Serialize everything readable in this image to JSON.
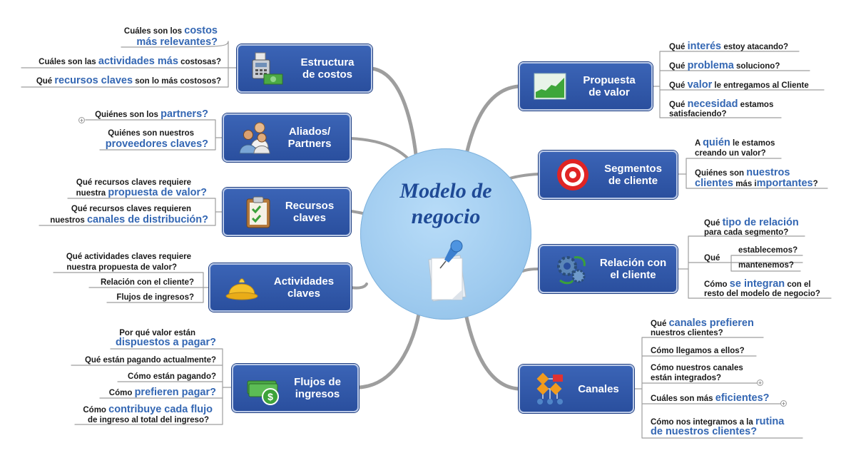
{
  "center": {
    "title": "Modelo de\nnegocio",
    "icon": "notepad-pin-icon"
  },
  "colors": {
    "node": "#2f58a8",
    "branch": "#9a9a9a",
    "highlight": "#3467b3",
    "center": "#a6d0f2"
  },
  "nodes": {
    "estructura": {
      "label": "Estructura\nde costos",
      "icon": "cash-register-icon",
      "items": [
        [
          [
            "Cuáles son los ",
            false
          ],
          [
            "costos",
            true
          ]
        ],
        [
          [
            "más relevantes?",
            true
          ]
        ],
        [
          [
            "Cuáles son las ",
            false
          ],
          [
            "actividades más",
            true
          ],
          [
            " costosas?",
            false
          ]
        ],
        [
          [
            "Qué ",
            false
          ],
          [
            "recursos claves",
            true
          ],
          [
            " son lo más costosos?",
            false
          ]
        ]
      ]
    },
    "aliados": {
      "label": "Aliados/\nPartners",
      "icon": "people-icon",
      "items": [
        [
          [
            "Quiénes son los ",
            false
          ],
          [
            "partners?",
            true
          ]
        ],
        [
          [
            "Quiénes son nuestros",
            false
          ]
        ],
        [
          [
            "proveedores claves?",
            true
          ]
        ]
      ]
    },
    "recursos": {
      "label": "Recursos\nclaves",
      "icon": "clipboard-check-icon",
      "items": [
        [
          [
            "Qué recursos claves requiere",
            false
          ]
        ],
        [
          [
            "nuestra ",
            false
          ],
          [
            "propuesta de valor?",
            true
          ]
        ],
        [
          [
            "Qué recursos claves requieren",
            false
          ]
        ],
        [
          [
            "nuestros ",
            false
          ],
          [
            "canales de distribución?",
            true
          ]
        ]
      ]
    },
    "actividades": {
      "label": "Actividades\nclaves",
      "icon": "hard-hat-icon",
      "items": [
        [
          [
            "Qué actividades claves requiere",
            false
          ]
        ],
        [
          [
            "nuestra propuesta de valor?",
            false
          ]
        ],
        [
          [
            "Relación con el cliente?",
            false
          ]
        ],
        [
          [
            "Flujos de ingresos?",
            false
          ]
        ]
      ]
    },
    "flujos": {
      "label": "Flujos de\ningresos",
      "icon": "money-icon",
      "items": [
        [
          [
            "Por qué valor están",
            false
          ]
        ],
        [
          [
            "dispuestos a pagar?",
            true
          ]
        ],
        [
          [
            "Qué están pagando actualmente?",
            false
          ]
        ],
        [
          [
            "Cómo están pagando?",
            false
          ]
        ],
        [
          [
            "Cómo ",
            false
          ],
          [
            "prefieren pagar?",
            true
          ]
        ],
        [
          [
            "Cómo ",
            false
          ],
          [
            "contribuye cada flujo",
            true
          ]
        ],
        [
          [
            "de ingreso al total del ingreso?",
            false
          ]
        ]
      ]
    },
    "propuesta": {
      "label": "Propuesta\nde valor",
      "icon": "growth-chart-icon",
      "items": [
        [
          [
            "Qué ",
            false
          ],
          [
            "interés",
            true
          ],
          [
            " estoy atacando?",
            false
          ]
        ],
        [
          [
            "Qué ",
            false
          ],
          [
            "problema",
            true
          ],
          [
            " soluciono?",
            false
          ]
        ],
        [
          [
            "Qué ",
            false
          ],
          [
            "valor",
            true
          ],
          [
            " le entregamos al Cliente",
            false
          ]
        ],
        [
          [
            "Qué ",
            false
          ],
          [
            "necesidad",
            true
          ],
          [
            " estamos",
            false
          ]
        ],
        [
          [
            "satisfaciendo?",
            false
          ]
        ]
      ]
    },
    "segmentos": {
      "label": "Segmentos\nde cliente",
      "icon": "target-icon",
      "items": [
        [
          [
            "A ",
            false
          ],
          [
            "quién",
            true
          ],
          [
            " le estamos",
            false
          ]
        ],
        [
          [
            "creando un valor?",
            false
          ]
        ],
        [
          [
            "Quiénes son ",
            false
          ],
          [
            "nuestros",
            true
          ]
        ],
        [
          [
            "clientes",
            true
          ],
          [
            " más i",
            false
          ],
          [
            "mportantes",
            true
          ],
          [
            "?",
            false
          ]
        ]
      ]
    },
    "relacion": {
      "label": "Relación con\nel cliente",
      "icon": "gears-icon",
      "items": [
        [
          [
            "Qué ",
            false
          ],
          [
            "tipo de relación",
            true
          ]
        ],
        [
          [
            "para cada segmento?",
            false
          ]
        ],
        [
          [
            "Qué",
            false
          ]
        ],
        [
          [
            "establecemos?",
            false
          ]
        ],
        [
          [
            "mantenemos?",
            false
          ]
        ],
        [
          [
            "Cómo ",
            false
          ],
          [
            "se integran",
            true
          ],
          [
            " con el",
            false
          ]
        ],
        [
          [
            "resto del modelo de negocio?",
            false
          ]
        ]
      ]
    },
    "canales": {
      "label": "Canales",
      "icon": "flowchart-icon",
      "items": [
        [
          [
            "Qué ",
            false
          ],
          [
            "canales prefieren",
            true
          ]
        ],
        [
          [
            "nuestros clientes?",
            false
          ]
        ],
        [
          [
            "Cómo llegamos a ellos?",
            false
          ]
        ],
        [
          [
            "Cómo nuestros canales",
            false
          ]
        ],
        [
          [
            "están integrados?",
            false
          ]
        ],
        [
          [
            "Cuáles son más ",
            false
          ],
          [
            "eficientes?",
            true
          ]
        ],
        [
          [
            "Cómo nos integramos a la ",
            false
          ],
          [
            "rutina",
            true
          ]
        ],
        [
          [
            "de nuestros clientes?",
            true
          ]
        ]
      ]
    }
  }
}
